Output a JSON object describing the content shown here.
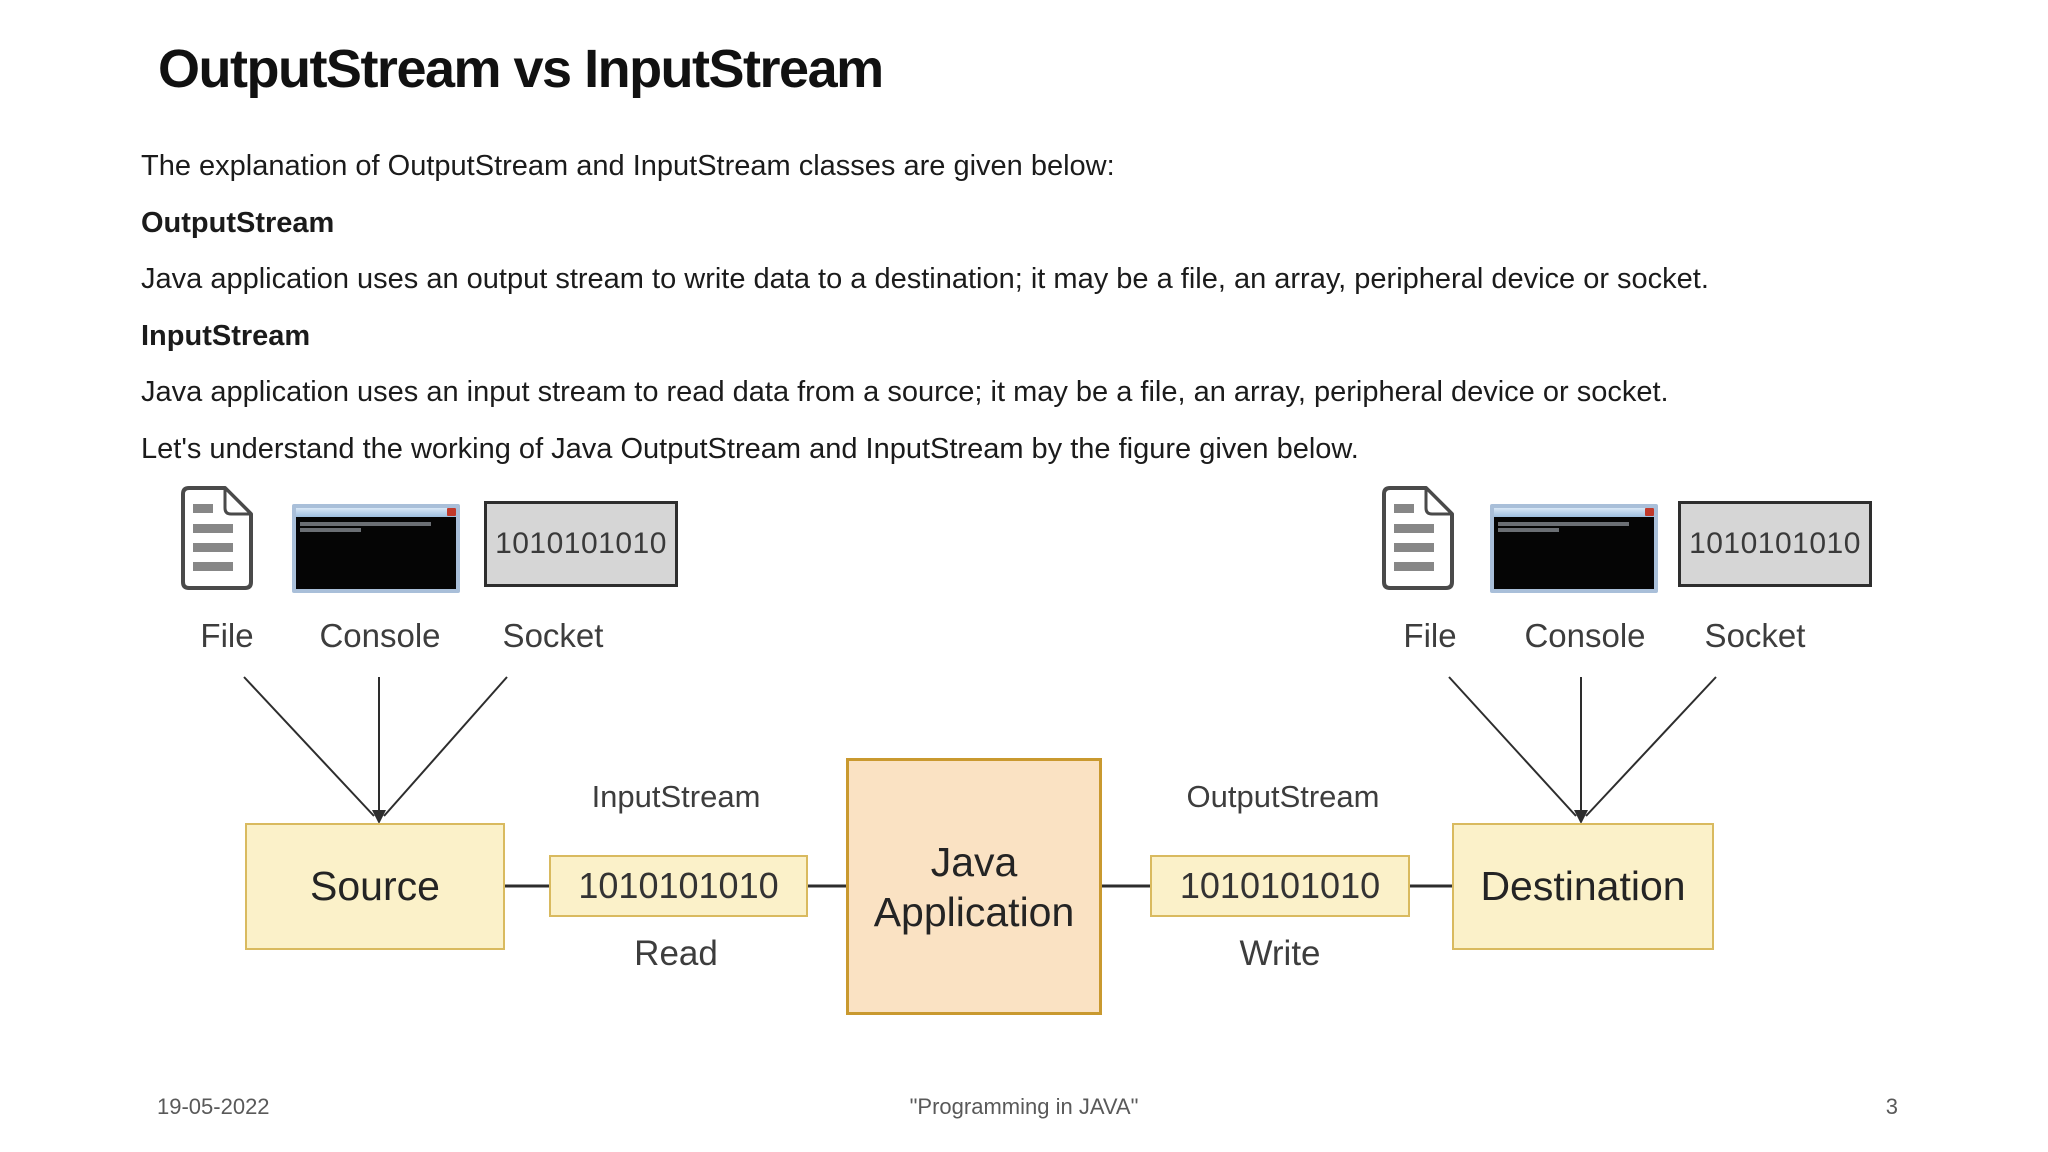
{
  "slide": {
    "title": "OutputStream vs InputStream",
    "lines": [
      "The explanation of OutputStream and InputStream classes are given below:",
      "OutputStream",
      "Java application uses an output stream to write data to a destination; it may be a file, an array, peripheral device or socket.",
      "InputStream",
      "Java application uses an input stream to read data from a source; it may be a file, an array, peripheral device or socket.",
      "Let's understand the working of Java OutputStream and InputStream by the figure given below."
    ],
    "footer": {
      "date": "19-05-2022",
      "center_text": "\"Programming in JAVA\"",
      "page_number": "3"
    }
  },
  "diagram": {
    "left_group": {
      "file_label": "File",
      "console_label": "Console",
      "socket_label": "Socket",
      "socket_bits": "1010101010"
    },
    "right_group": {
      "file_label": "File",
      "console_label": "Console",
      "socket_label": "Socket",
      "socket_bits": "1010101010"
    },
    "source_label": "Source",
    "destination_label": "Destination",
    "java_app_line1": "Java",
    "java_app_line2": "Application",
    "input_stream_label": "InputStream",
    "output_stream_label": "OutputStream",
    "read_bits": "1010101010",
    "write_bits": "1010101010",
    "read_label": "Read",
    "write_label": "Write"
  },
  "colors": {
    "box_fill": "#fbf1c9",
    "box_border": "#d9ba5f",
    "java_fill": "#fae2c3",
    "java_border": "#c9992f",
    "socket_fill": "#d6d6d6",
    "socket_border": "#2e2e2e",
    "console_frame": "#a9bfd9",
    "line": "#2d2d2d",
    "diagram_label": "#3d3d3d",
    "body_text": "#1b1b1b",
    "footer_text": "#595959"
  }
}
